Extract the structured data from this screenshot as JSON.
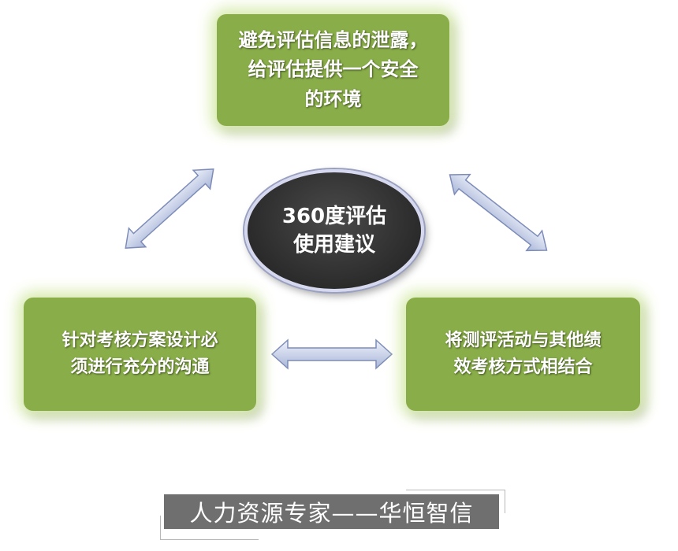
{
  "center": {
    "line1": "360度评估",
    "line2": "使用建议"
  },
  "top_box": {
    "line1": "避免评估信息的泄露，",
    "line2": "给评估提供一个安全",
    "line3": "的环境"
  },
  "left_box": {
    "line1": "针对考核方案设计必",
    "line2": "须进行充分的沟通"
  },
  "right_box": {
    "line1": "将测评活动与其他绩",
    "line2": "效考核方式相结合"
  },
  "banner": {
    "text": "人力资源专家——华恒智信"
  },
  "colors": {
    "box_green": "#89ad48",
    "center_dark": "#2a2a2a",
    "arrow_fill": "#c9d3ec",
    "banner_gray": "#6f6f6f"
  }
}
